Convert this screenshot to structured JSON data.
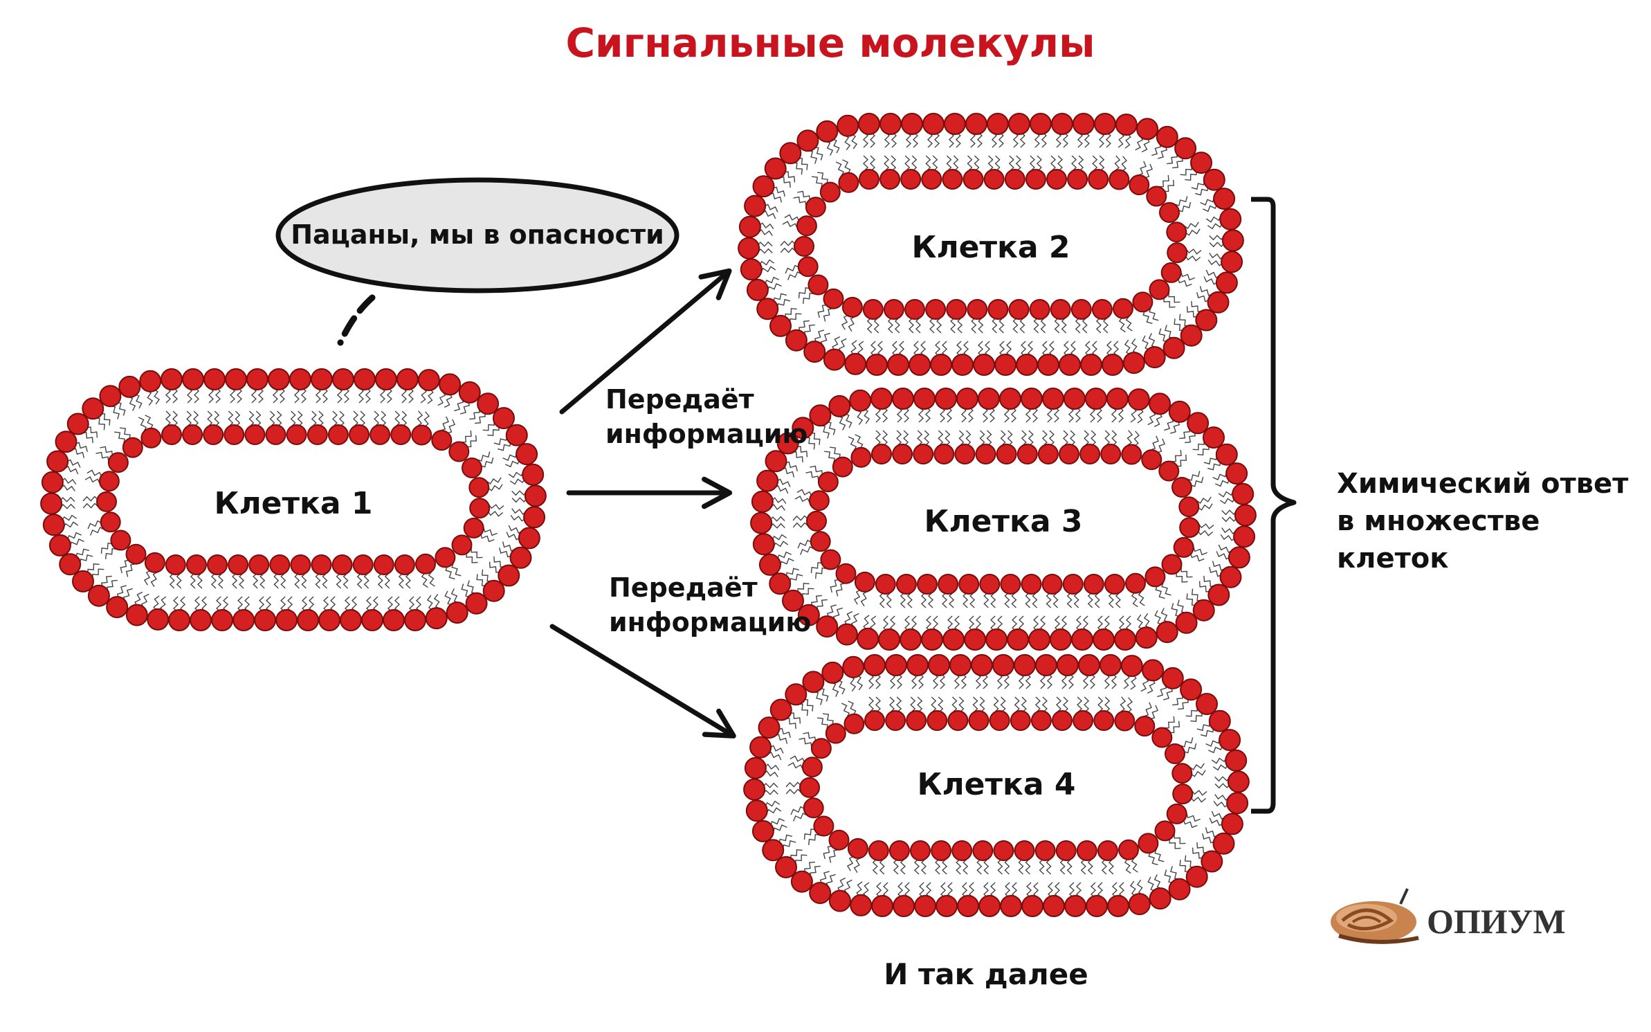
{
  "title": "Сигнальные молекулы",
  "speech_bubble": "Пацаны, мы в опасности",
  "cells": [
    {
      "label": "Клетка 1"
    },
    {
      "label": "Клетка 2"
    },
    {
      "label": "Клетка 3"
    },
    {
      "label": "Клетка 4"
    }
  ],
  "arrow_labels": [
    {
      "line1": "Передаёт",
      "line2": "информацию"
    },
    {
      "line1": "Передаёт",
      "line2": "информацию"
    }
  ],
  "response": {
    "line1": "Химический ответ",
    "line2": "в множестве",
    "line3": "клеток"
  },
  "footer": "И так далее",
  "brand": "ОПИУМ",
  "colors": {
    "title": "#c8141e",
    "lipid_head": "#d42020",
    "lipid_head_stroke": "#7a0c0c",
    "bubble_fill": "#e6e6e6"
  },
  "icons": [
    "snail-logo-icon",
    "arrow-right-icon",
    "curly-brace-icon"
  ]
}
